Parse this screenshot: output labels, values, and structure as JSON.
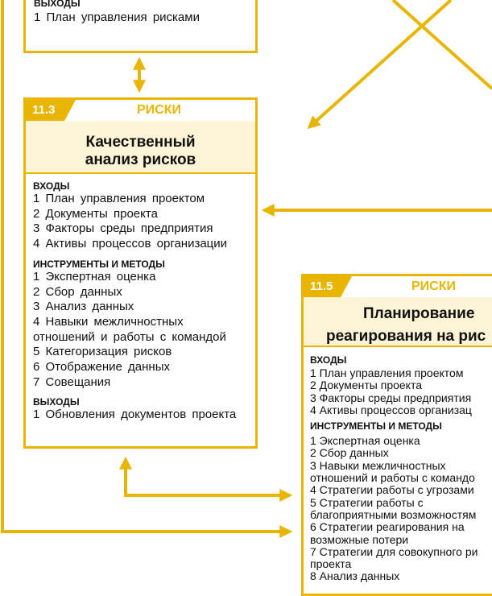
{
  "top_box": {
    "outputs_title": "ВЫХОДЫ",
    "outputs": [
      "1 План управления рисками"
    ]
  },
  "box_11_3": {
    "number": "11.3",
    "area": "РИСКИ",
    "title_line1": "Качественный",
    "title_line2": "анализ рисков",
    "inputs_title": "ВХОДЫ",
    "inputs": [
      "1 План управления проектом",
      "2 Документы проекта",
      "3 Факторы среды предприятия",
      "4 Активы процессов организации"
    ],
    "tools_title": "ИНСТРУМЕНТЫ И МЕТОДЫ",
    "tools": [
      "1 Экспертная оценка",
      "2 Сбор данных",
      "3 Анализ данных",
      "4 Навыки межличностных",
      "отношений и работы с командой",
      "5 Категоризация рисков",
      "6 Отображение данных",
      "7 Совещания"
    ],
    "outputs_title": "ВЫХОДЫ",
    "outputs": [
      "1 Обновления документов проекта"
    ]
  },
  "box_11_5": {
    "number": "11.5",
    "area": "РИСКИ",
    "title_line1": "Планирование",
    "title_line2": "реагирования на рис",
    "inputs_title": "ВХОДЫ",
    "inputs": [
      "1 План управления проектом",
      "2 Документы проекта",
      "3 Факторы среды предприятия",
      "4 Активы процессов организац"
    ],
    "tools_title": "ИНСТРУМЕНТЫ И МЕТОДЫ",
    "tools": [
      "1 Экспертная оценка",
      "2 Сбор данных",
      "3 Навыки межличностных",
      "отношений и работы с командо",
      "4 Стратегии работы с угрозами",
      "5 Стратегии работы с",
      "благоприятными возможностям",
      "6 Стратегии реагирования на",
      "возможные потери",
      "7 Стратегии для совокупного ри",
      "проекта",
      "8 Анализ данных"
    ]
  },
  "colors": {
    "accent": "#e8b600",
    "band": "#fdf3d6"
  }
}
